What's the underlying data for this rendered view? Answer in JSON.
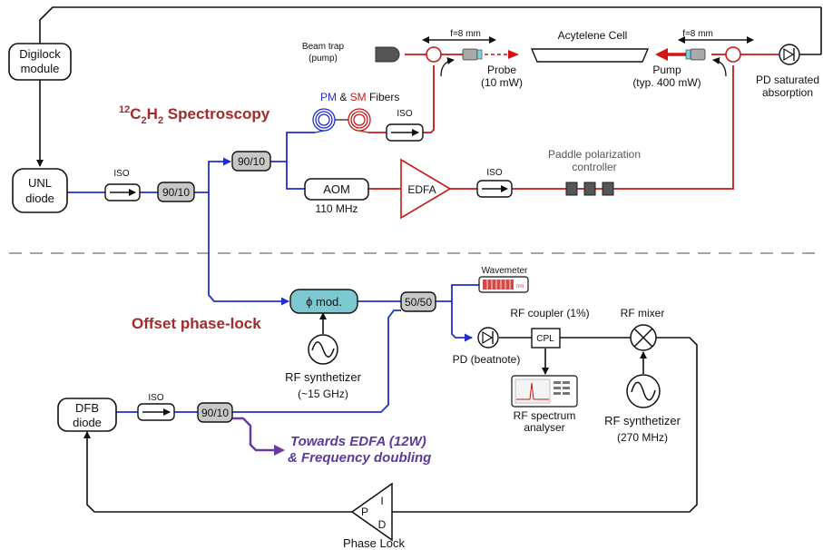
{
  "colors": {
    "blue_fiber": "#1f2fd0",
    "red_fiber": "#c81818",
    "purple_arrow": "#6a3aa0",
    "title_red": "#a32a2a",
    "gray_box": "#c8c8c8",
    "teal_mod": "#7cc8d0",
    "wavemeter_red": "#d14a4a"
  },
  "labels": {
    "digilock": [
      "Digilock",
      "module"
    ],
    "unl": [
      "UNL",
      "diode"
    ],
    "dfb": [
      "DFB",
      "diode"
    ],
    "iso": "ISO",
    "split_90_10": "90/10",
    "split_50_50": "50/50",
    "aom": "AOM",
    "aom_freq": "110 MHz",
    "edfa": "EDFA",
    "paddle": [
      "Paddle polarization",
      "controller"
    ],
    "beam_trap": [
      "Beam trap",
      "(pump)"
    ],
    "f8mm": "f=8 mm",
    "probe": [
      "Probe",
      "(10 mW)"
    ],
    "cell": "Acytelene Cell",
    "pump": [
      "Pump",
      "(typ. 400 mW)"
    ],
    "pd_sat": [
      "PD saturated",
      "absorption"
    ],
    "pm": "PM",
    "amp": " & ",
    "sm": "SM",
    "fibers": " Fibers",
    "spec_title_main": "C",
    "spec_sup": "12",
    "spec_sub": "2",
    "spec_h": "H",
    "spec_sub2": "2",
    "spec_rest": " Spectroscopy",
    "offset_title": "Offset phase-lock",
    "phi_mod": "ϕ mod.",
    "rf_synth1": [
      "RF synthetizer",
      "(~15 GHz)"
    ],
    "wavemeter": "Wavemeter",
    "wavemeter_unit": "nm",
    "pd_beat": "PD (beatnote)",
    "rf_coupler": "RF coupler (1%)",
    "cpl": "CPL",
    "rf_mixer": "RF mixer",
    "rf_spectrum": [
      "RF spectrum",
      "analyser"
    ],
    "rf_synth2": [
      "RF synthetizer",
      "(270 MHz)"
    ],
    "towards": [
      "Towards EDFA (12W)",
      "& Frequency doubling"
    ],
    "pid_p": "P",
    "pid_i": "I",
    "pid_d": "D",
    "phase_lock": "Phase Lock"
  }
}
